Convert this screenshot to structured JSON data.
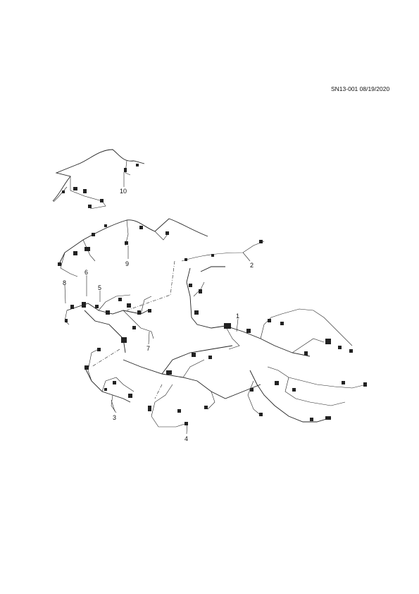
{
  "document": {
    "id": "SN13-001 08/19/2020"
  },
  "callouts": [
    "1",
    "2",
    "3",
    "4",
    "5",
    "6",
    "7",
    "8",
    "9",
    "10"
  ]
}
